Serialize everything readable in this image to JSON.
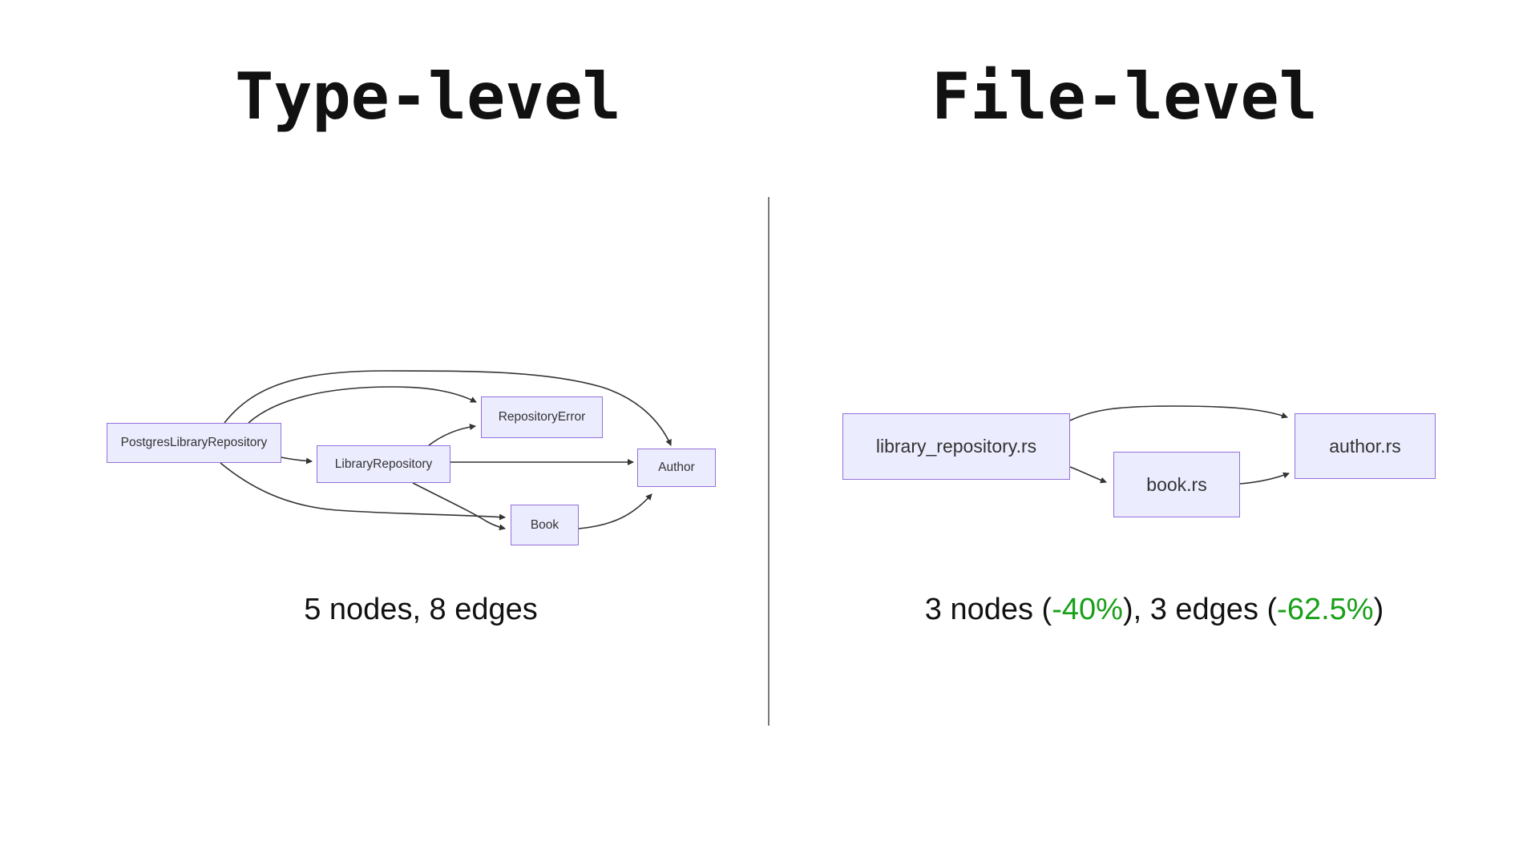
{
  "left_panel": {
    "title": "Type-level",
    "caption": "5 nodes, 8 edges",
    "graph": {
      "type": "directed-graph",
      "nodes": [
        {
          "id": "PostgresLibraryRepository",
          "label": "PostgresLibraryRepository"
        },
        {
          "id": "LibraryRepository",
          "label": "LibraryRepository"
        },
        {
          "id": "RepositoryError",
          "label": "RepositoryError"
        },
        {
          "id": "Author",
          "label": "Author"
        },
        {
          "id": "Book",
          "label": "Book"
        }
      ],
      "edges": [
        {
          "from": "PostgresLibraryRepository",
          "to": "Author"
        },
        {
          "from": "PostgresLibraryRepository",
          "to": "RepositoryError"
        },
        {
          "from": "PostgresLibraryRepository",
          "to": "LibraryRepository"
        },
        {
          "from": "PostgresLibraryRepository",
          "to": "Book"
        },
        {
          "from": "LibraryRepository",
          "to": "RepositoryError"
        },
        {
          "from": "LibraryRepository",
          "to": "Author"
        },
        {
          "from": "LibraryRepository",
          "to": "Book"
        },
        {
          "from": "Book",
          "to": "Author"
        }
      ]
    }
  },
  "right_panel": {
    "title": "File-level",
    "caption_parts": [
      {
        "text": "3 nodes ("
      },
      {
        "text": "-40%",
        "highlight": true
      },
      {
        "text": "), 3 edges ("
      },
      {
        "text": "-62.5%",
        "highlight": true
      },
      {
        "text": ")"
      }
    ],
    "graph": {
      "type": "directed-graph",
      "nodes": [
        {
          "id": "library_repository.rs",
          "label": "library_repository.rs"
        },
        {
          "id": "book.rs",
          "label": "book.rs"
        },
        {
          "id": "author.rs",
          "label": "author.rs"
        }
      ],
      "edges": [
        {
          "from": "library_repository.rs",
          "to": "author.rs"
        },
        {
          "from": "library_repository.rs",
          "to": "book.rs"
        },
        {
          "from": "book.rs",
          "to": "author.rs"
        }
      ]
    }
  },
  "colors": {
    "node_fill": "#ECECFF",
    "node_border": "#9370DB",
    "edge": "#333333",
    "highlight_green": "#18A018",
    "divider": "#7a7a7a",
    "text": "#111111",
    "node_text": "#333333"
  }
}
